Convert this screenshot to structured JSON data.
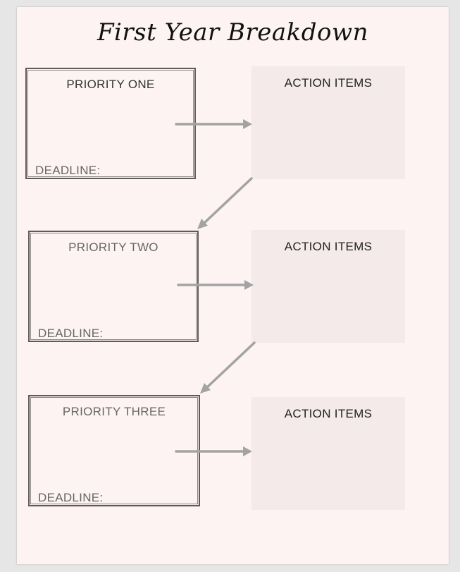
{
  "title": "First Year Breakdown",
  "priorities": [
    {
      "label": "PRIORITY ONE",
      "deadline_label": "DEADLINE:",
      "action_label": "ACTION ITEMS"
    },
    {
      "label": "PRIORITY TWO",
      "deadline_label": "DEADLINE:",
      "action_label": "ACTION ITEMS"
    },
    {
      "label": "PRIORITY THREE",
      "deadline_label": "DEADLINE:",
      "action_label": "ACTION ITEMS"
    }
  ],
  "colors": {
    "page_background": "#fdf3f3",
    "action_box_fill": "#f4eaea",
    "arrow": "#a3a3a3",
    "box_border": "#5f5a5a"
  }
}
